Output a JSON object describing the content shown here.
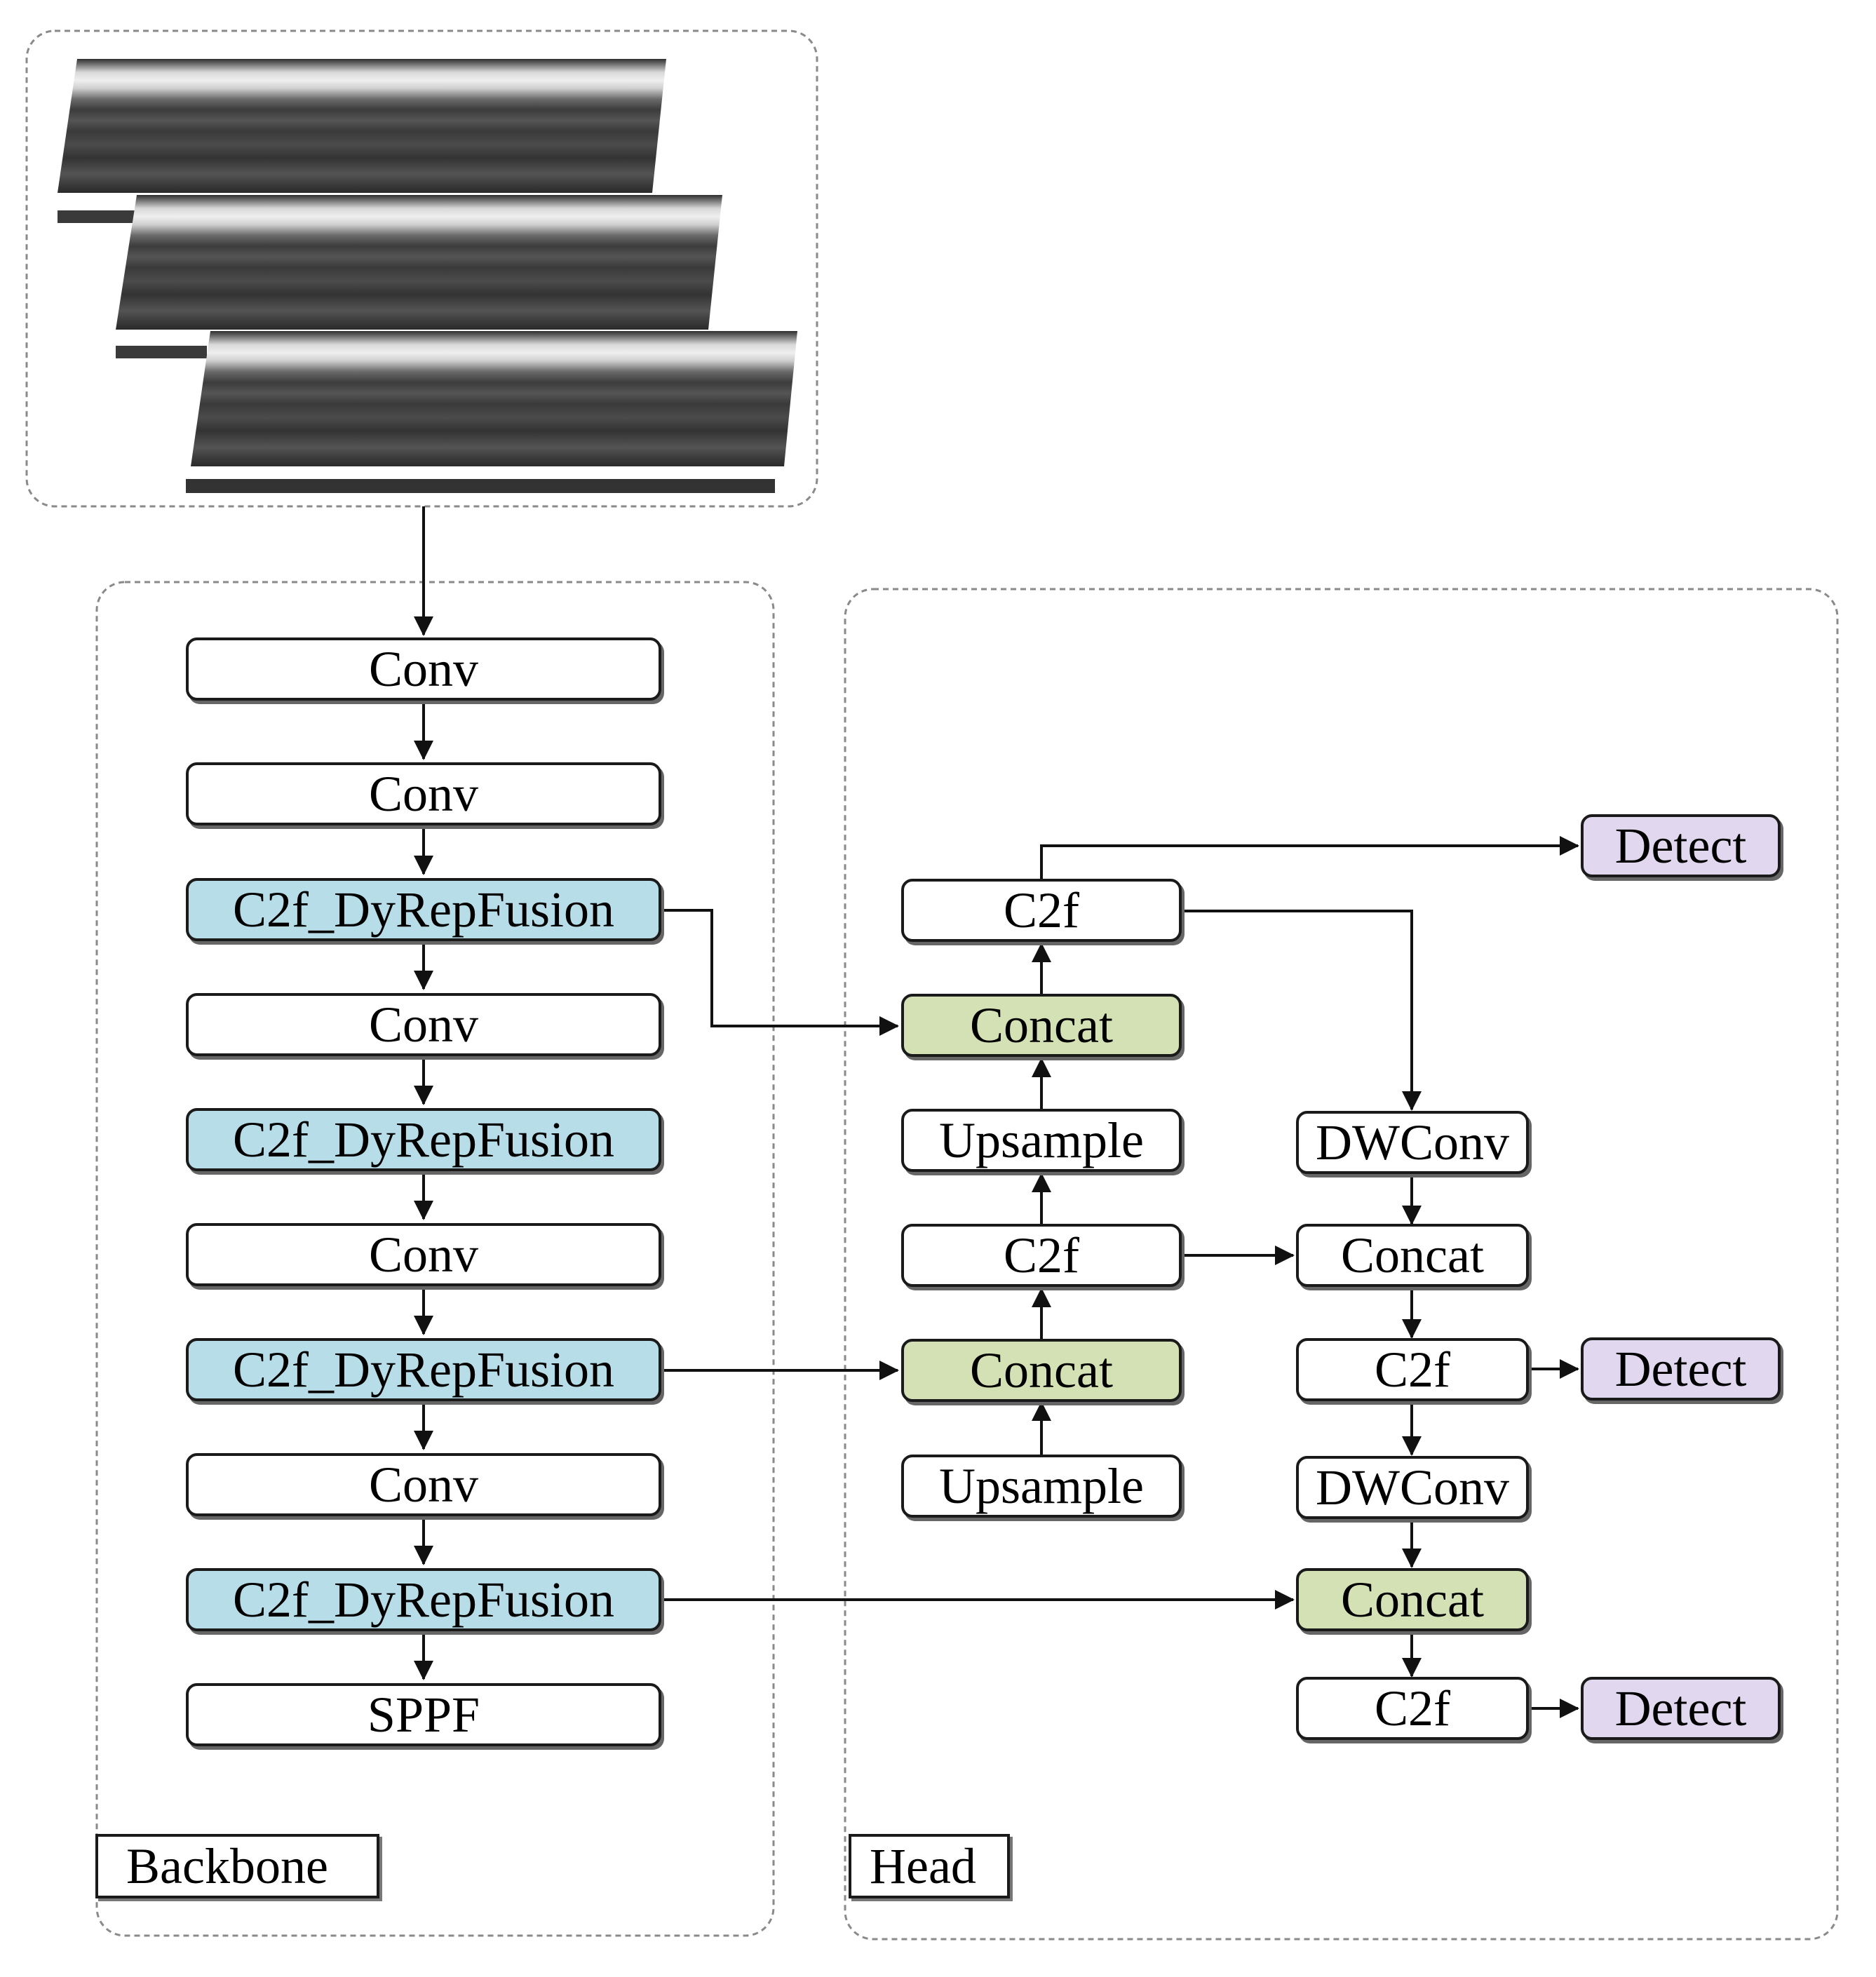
{
  "panels": {
    "backbone": "Backbone",
    "head": "Head"
  },
  "backbone": {
    "conv1": "Conv",
    "conv2": "Conv",
    "fusion1": "C2f_DyRepFusion",
    "conv3": "Conv",
    "fusion2": "C2f_DyRepFusion",
    "conv4": "Conv",
    "fusion3": "C2f_DyRepFusion",
    "conv5": "Conv",
    "fusion4": "C2f_DyRepFusion",
    "sppf": "SPPF"
  },
  "head": {
    "c2f_top": "C2f",
    "concat_top": "Concat",
    "upsample_top": "Upsample",
    "c2f_mid": "C2f",
    "concat_mid": "Concat",
    "upsample_bottom": "Upsample",
    "dwconv1": "DWConv",
    "concat_right1": "Concat",
    "c2f_right1": "C2f",
    "dwconv2": "DWConv",
    "concat_right2": "Concat",
    "c2f_right2": "C2f",
    "detect1": "Detect",
    "detect2": "Detect",
    "detect3": "Detect"
  },
  "colors": {
    "fusion": "#b7dde8",
    "concat": "#d3e1b5",
    "detect": "#e1d7ee",
    "plain": "#ffffff"
  }
}
